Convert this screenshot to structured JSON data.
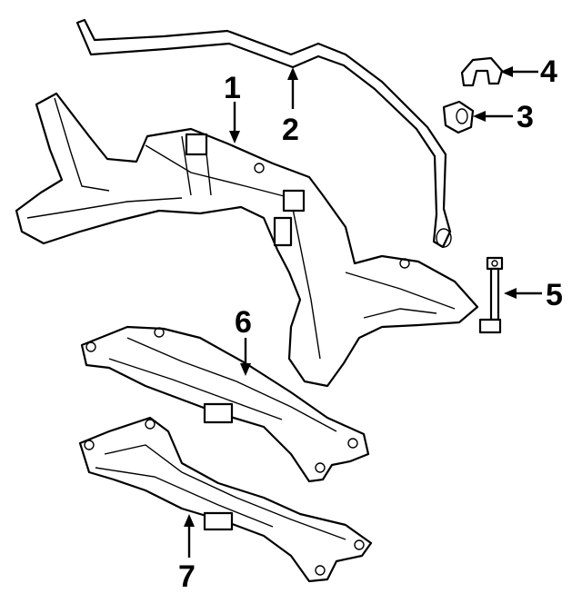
{
  "diagram": {
    "callouts": [
      {
        "id": "1",
        "label": "1"
      },
      {
        "id": "2",
        "label": "2"
      },
      {
        "id": "3",
        "label": "3"
      },
      {
        "id": "4",
        "label": "4"
      },
      {
        "id": "5",
        "label": "5"
      },
      {
        "id": "6",
        "label": "6"
      },
      {
        "id": "7",
        "label": "7"
      }
    ],
    "parts": [
      {
        "callout": "1",
        "icon": "front-crossmember"
      },
      {
        "callout": "2",
        "icon": "stabilizer-bar"
      },
      {
        "callout": "3",
        "icon": "stabilizer-bushing"
      },
      {
        "callout": "4",
        "icon": "bushing-bracket"
      },
      {
        "callout": "5",
        "icon": "stabilizer-link"
      },
      {
        "callout": "6",
        "icon": "transmission-crossmember"
      },
      {
        "callout": "7",
        "icon": "transmission-crossmember-alt"
      }
    ]
  }
}
